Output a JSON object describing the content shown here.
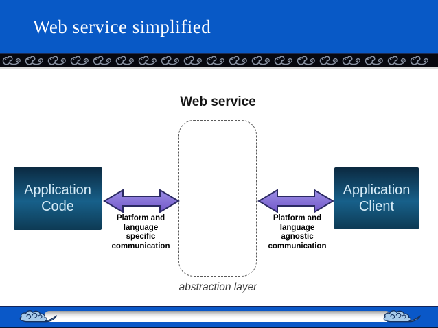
{
  "slide": {
    "title": "Web service simplified",
    "diagram": {
      "web_service_title": "Web service",
      "left_box_label": "Application\nCode",
      "right_box_label": "Application\nClient",
      "left_arrow_label": "Platform and\nlanguage\nspecific\ncommunication",
      "right_arrow_label": "Platform and\nlanguage\nagnostic\ncommunication",
      "abstraction_layer_label": "abstraction layer"
    },
    "colors": {
      "header_blue": "#0859c6",
      "footer_blue": "#0a58c8",
      "ornament_band_bg": "#07080f",
      "ornament_glyph": "#8a93a3",
      "box_gradient_top": "#0b2940",
      "box_gradient_mid": "#17608a",
      "box_gradient_bottom": "#0d3a54",
      "box_text": "#d6ecf8",
      "arrow_purple_light": "#9c8fe6",
      "arrow_purple_dark": "#7257c8",
      "arrow_outline": "#2b2a63",
      "cloud_fill": "#a8cbea",
      "cloud_outline": "#16325f"
    }
  }
}
